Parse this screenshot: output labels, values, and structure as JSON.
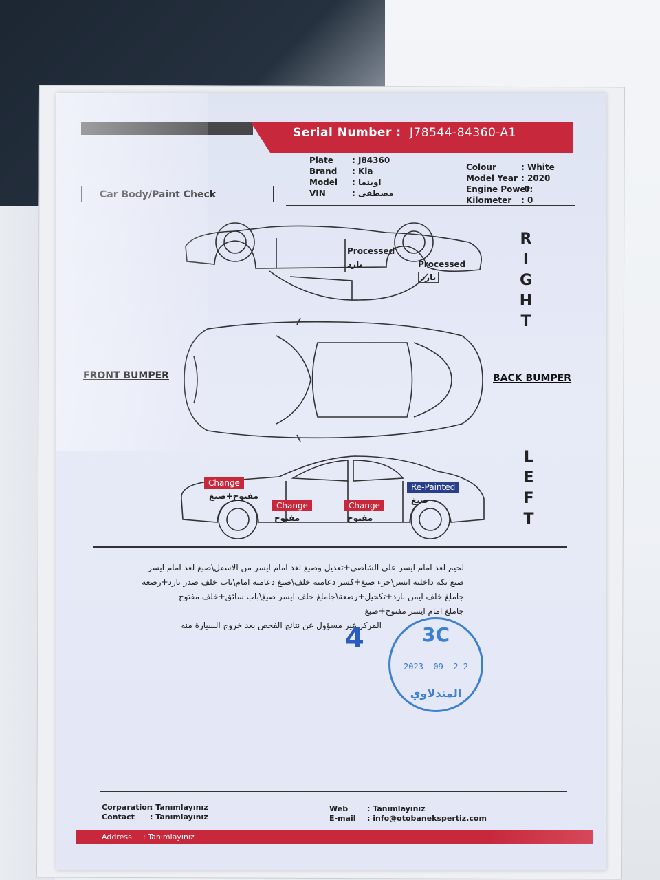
{
  "header": {
    "serial_label": "Serial Number :",
    "serial_value": "J78544-84360-A1",
    "section_title": "Car Body/Paint Check"
  },
  "vehicle": {
    "plate_label": "Plate",
    "plate_value": "J84360",
    "brand_label": "Brand",
    "brand_value": "Kia",
    "model_label": "Model",
    "model_value": "اوبتما",
    "vin_label": "VIN",
    "vin_value": "مصطفى",
    "colour_label": "Colour",
    "colour_value": "White",
    "year_label": "Model Year",
    "year_value": "2020",
    "power_label": "Engine Power:",
    "power_value": "0",
    "km_label": "Kilometer",
    "km_value": "0"
  },
  "diagram": {
    "right_letters": [
      "R",
      "I",
      "G",
      "H",
      "T"
    ],
    "left_letters": [
      "L",
      "E",
      "F",
      "T"
    ],
    "front_bumper": "FRONT BUMPER",
    "back_bumper": "BACK BUMPER",
    "right_marks": [
      {
        "label": "Processed",
        "arabic": "بارد"
      },
      {
        "label": "Processed",
        "arabic": "بارد"
      }
    ],
    "left_marks": [
      {
        "label": "Change",
        "arabic": "مفتوح+صبغ"
      },
      {
        "label": "Change",
        "arabic": "مفتوح"
      },
      {
        "label": "Change",
        "arabic": "مفتوح"
      },
      {
        "label": "Re-Painted",
        "arabic": "صبغ"
      }
    ]
  },
  "notes": [
    "لحيم لغد امام ايسر على الشاصي+تعديل وصبغ لغد امام ايسر من الاسفل\\صبغ لغد امام ايسر",
    "صبغ تكة داخلية ايسر\\جزء صبغ+كسر دعامية خلف\\صبغ دعامية امام\\باب خلف صدر بارد+رصعة",
    "جاملغ خلف ايمن بارد+تكحيل+رصعة\\جاملغ خلف ايسر صبغ\\باب سائق+خلف مفتوح",
    "جاملغ امام ايسر مفتوح+صبغ",
    "المركز غير مسؤول عن نتائج الفحص بعد خروج السيارة منه"
  ],
  "stamp": {
    "number": "4",
    "code": "3C",
    "date": "2023 -09- 2 2",
    "name": "المندلاوي"
  },
  "footer": {
    "corporation_label": "Corparation",
    "corporation_value": ": Tanımlayınız",
    "contact_label": "Contact",
    "contact_value": ": Tanımlayınız",
    "web_label": "Web",
    "web_value": ": Tanımlayınız",
    "email_label": "E-mail",
    "email_value": ": info@otobanekspertiz.com",
    "address_label": "Address",
    "address_value": ": Tanımlayınız"
  }
}
